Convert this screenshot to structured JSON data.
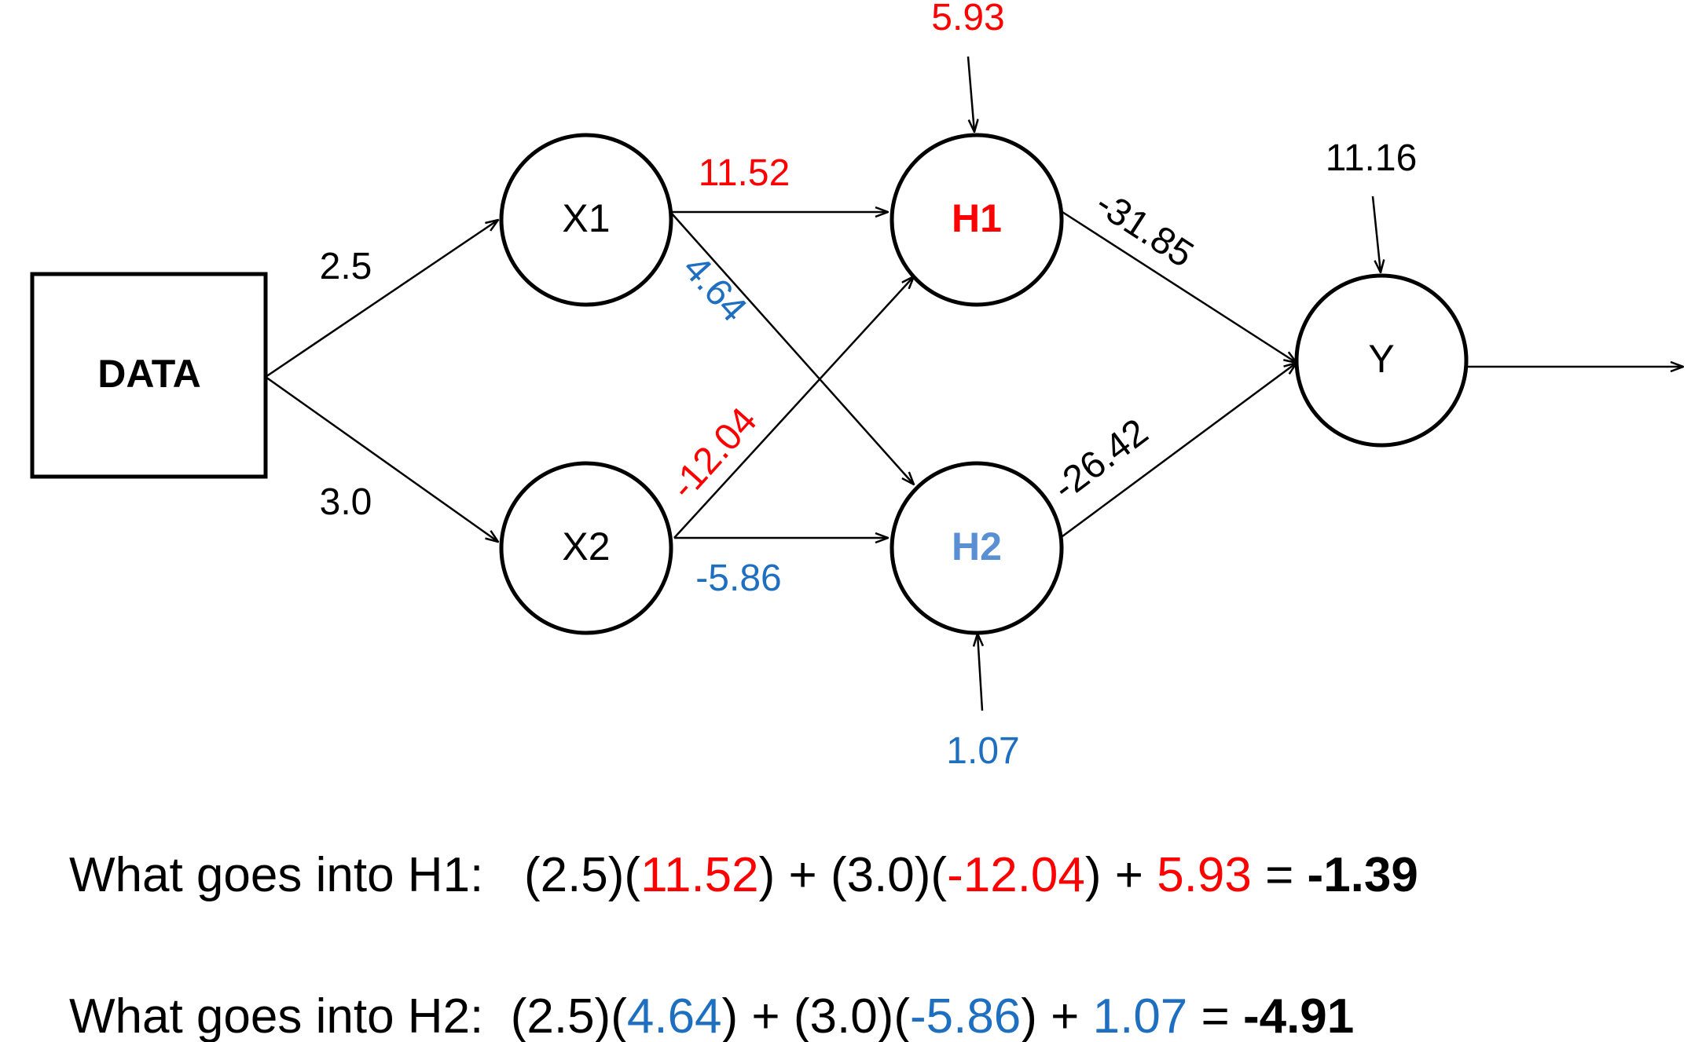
{
  "colors": {
    "red": "#ff0000",
    "blue": "#1f6fc1",
    "light_blue": "#5b8fd3",
    "black": "#000000"
  },
  "nodes": {
    "data": "DATA",
    "x1": "X1",
    "x2": "X2",
    "h1": "H1",
    "h2": "H2",
    "y": "Y"
  },
  "weights": {
    "data_x1": "2.5",
    "data_x2": "3.0",
    "x1_h1": "11.52",
    "x1_h2": "4.64",
    "x2_h1": "-12.04",
    "x2_h2": "-5.86",
    "h1_y": "-31.85",
    "h2_y": "-26.42"
  },
  "biases": {
    "h1": "5.93",
    "h2": "1.07",
    "y": "11.16"
  },
  "formula_h1": {
    "prefix": "What goes into H1:   (2.5)(",
    "w1": "11.52",
    "mid1": ") + (3.0)(",
    "w2": "-12.04",
    "mid2": ") + ",
    "bias": "5.93",
    "eq": " = ",
    "result": "-1.39"
  },
  "formula_h2": {
    "prefix": "What goes into H2:  (2.5)(",
    "w1": "4.64",
    "mid1": ") + (3.0)(",
    "w2": "-5.86",
    "mid2": ") + ",
    "bias": "1.07",
    "eq": " = ",
    "result": "-4.91"
  }
}
